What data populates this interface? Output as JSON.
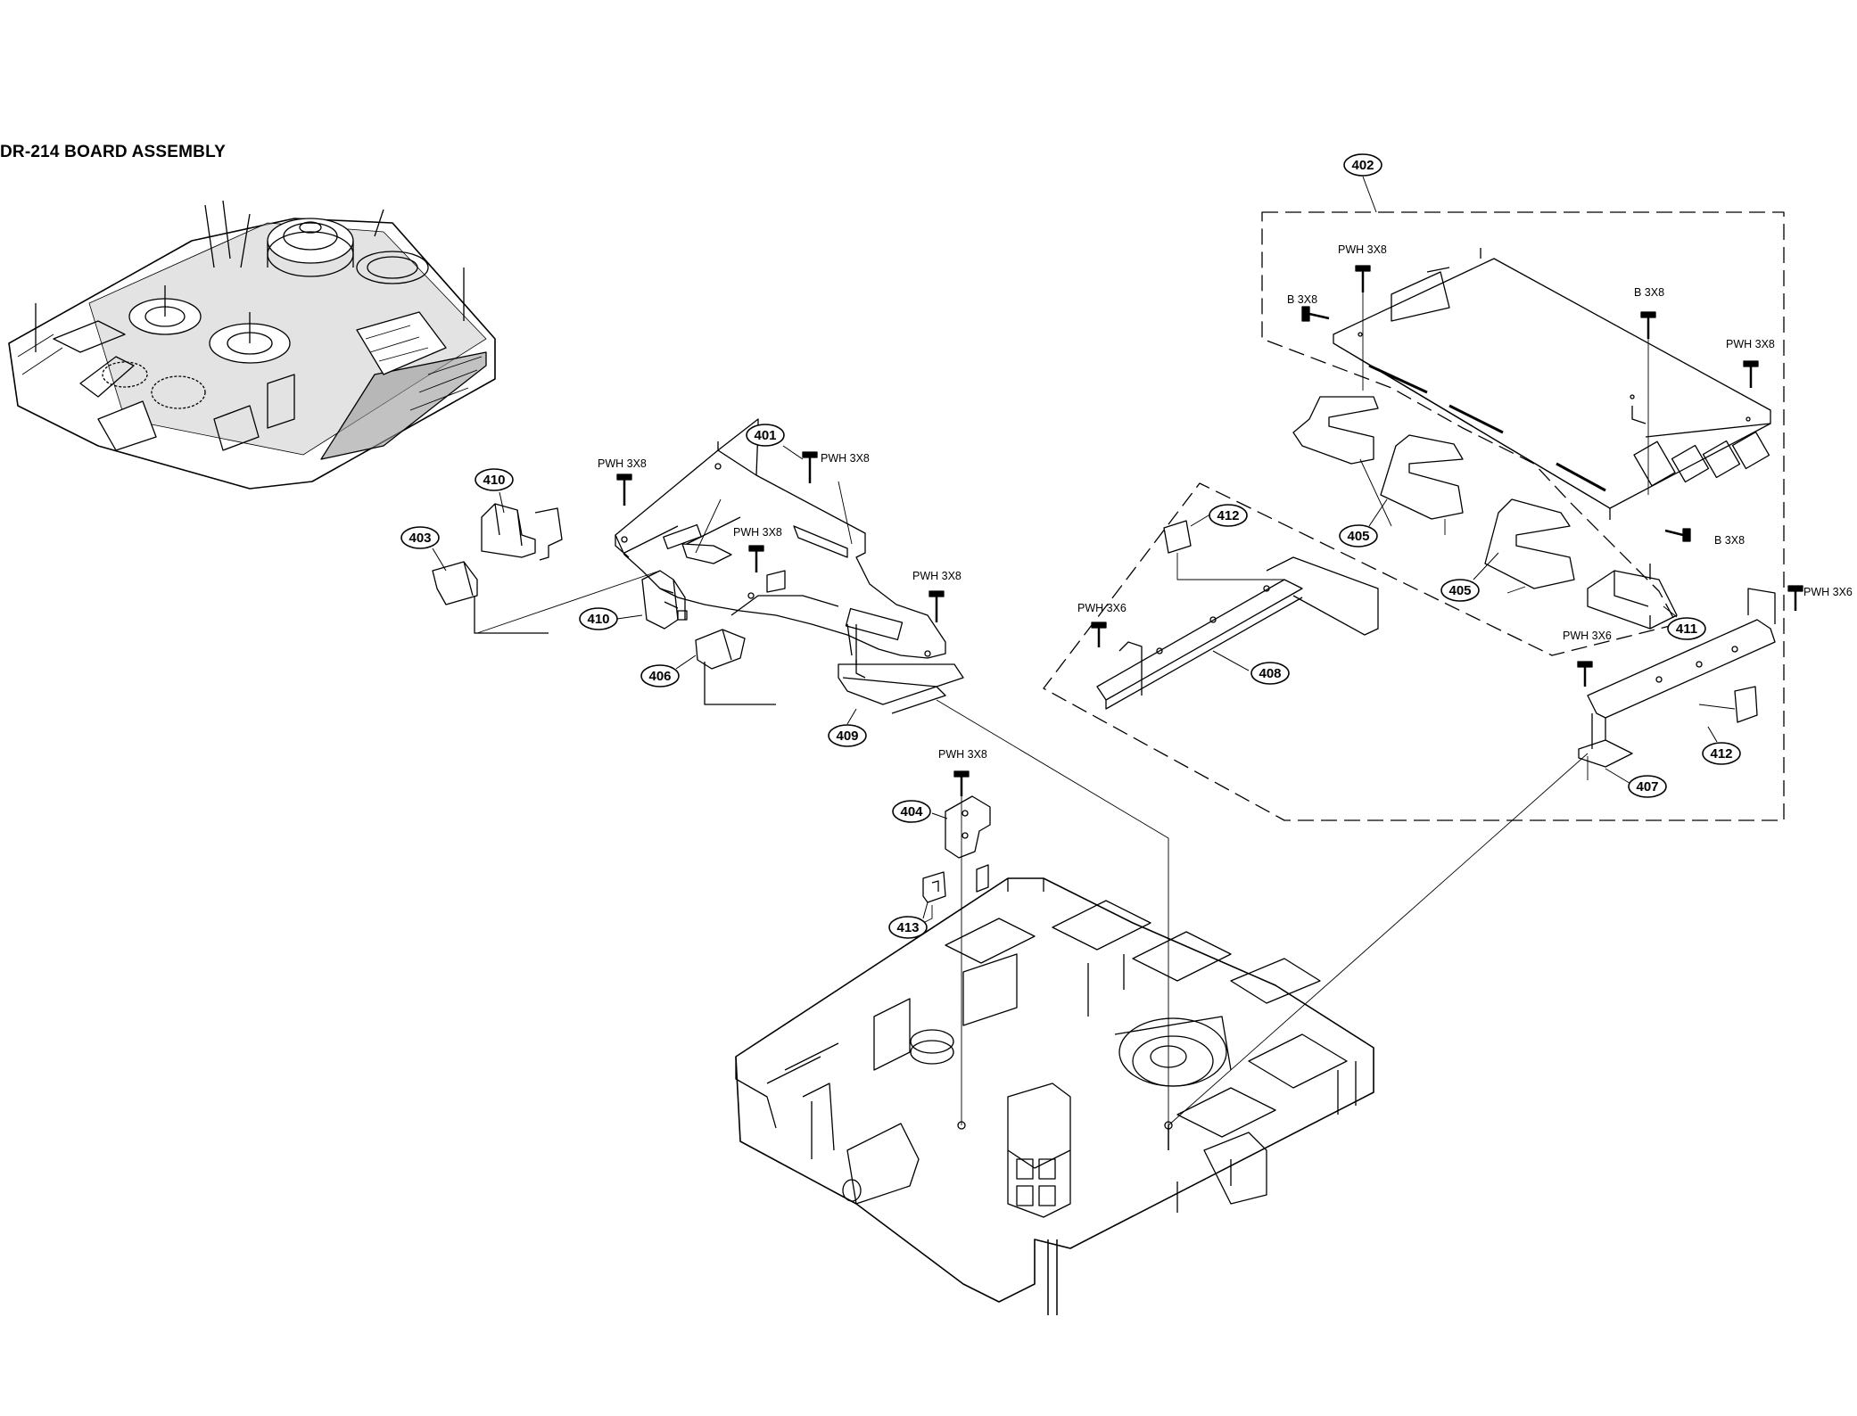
{
  "title": "DR-214 BOARD ASSEMBLY",
  "callouts": [
    {
      "id": "c401",
      "label": "401"
    },
    {
      "id": "c402",
      "label": "402"
    },
    {
      "id": "c403",
      "label": "403"
    },
    {
      "id": "c404",
      "label": "404"
    },
    {
      "id": "c405a",
      "label": "405"
    },
    {
      "id": "c405b",
      "label": "405"
    },
    {
      "id": "c406",
      "label": "406"
    },
    {
      "id": "c407",
      "label": "407"
    },
    {
      "id": "c408",
      "label": "408"
    },
    {
      "id": "c409",
      "label": "409"
    },
    {
      "id": "c410a",
      "label": "410"
    },
    {
      "id": "c410b",
      "label": "410"
    },
    {
      "id": "c411",
      "label": "411"
    },
    {
      "id": "c412a",
      "label": "412"
    },
    {
      "id": "c412b",
      "label": "412"
    },
    {
      "id": "c413",
      "label": "413"
    }
  ],
  "screws": [
    {
      "id": "s1",
      "label": "PWH 3X8"
    },
    {
      "id": "s2",
      "label": "PWH 3X8"
    },
    {
      "id": "s3",
      "label": "PWH 3X8"
    },
    {
      "id": "s4",
      "label": "PWH 3X8"
    },
    {
      "id": "s5",
      "label": "PWH 3X8"
    },
    {
      "id": "s6",
      "label": "PWH 3X8"
    },
    {
      "id": "s7",
      "label": "B 3X8"
    },
    {
      "id": "s8",
      "label": "B 3X8"
    },
    {
      "id": "s9",
      "label": "PWH 3X8"
    },
    {
      "id": "s10",
      "label": "B 3X8"
    },
    {
      "id": "s11",
      "label": "PWH 3X6"
    },
    {
      "id": "s12",
      "label": "PWH 3X6"
    },
    {
      "id": "s13",
      "label": "PWH 3X6"
    }
  ]
}
